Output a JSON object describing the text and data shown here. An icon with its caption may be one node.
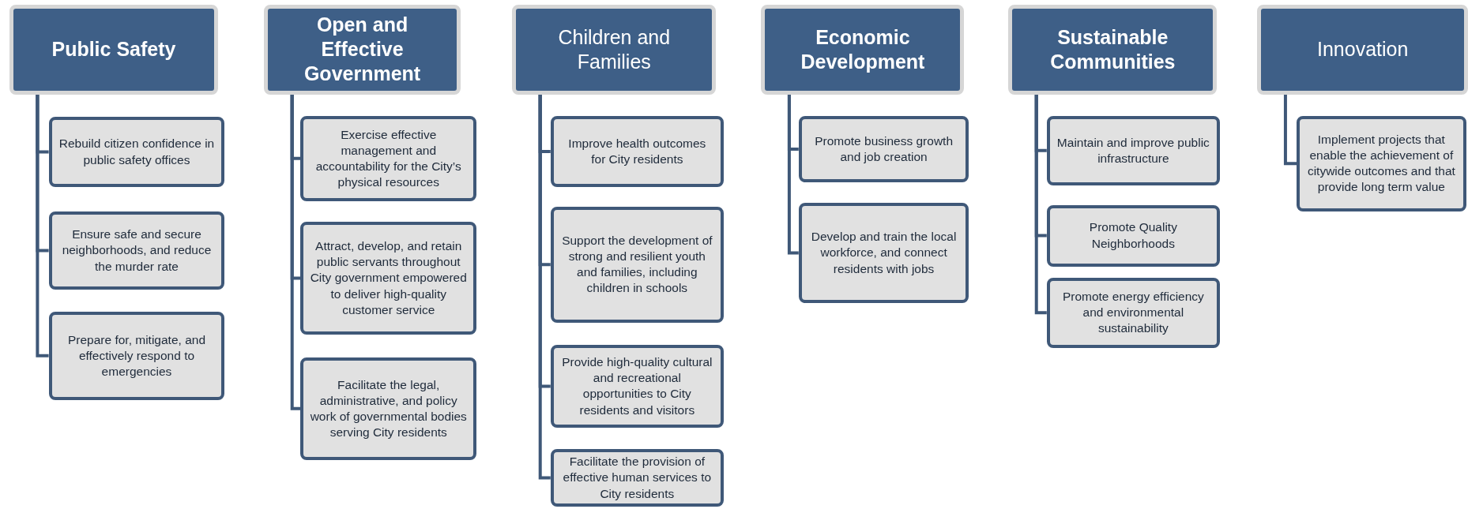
{
  "diagram": {
    "nodes": [
      {
        "text": [
          "Public Safety"
        ]
      },
      {
        "text": [
          "Rebuild citizen confidence in public safety offices"
        ]
      },
      {
        "text": [
          "Ensure safe and secure neighborhoods, and reduce the murder rate"
        ]
      },
      {
        "text": [
          "Prepare for, mitigate, and effectively respond to emergencies"
        ]
      },
      {
        "text": [
          "Open and Effective Government"
        ]
      },
      {
        "text": [
          "Exercise effective management and accountability for the City’s physical resources"
        ]
      },
      {
        "text": [
          "Attract, develop, and retain public servants throughout City government empowered to deliver high-quality customer service"
        ]
      },
      {
        "text": [
          "Facilitate the legal, administrative, and policy work of governmental bodies serving City residents"
        ]
      },
      {
        "text": [
          "Children and Families"
        ]
      },
      {
        "text": [
          "Improve health outcomes for City residents"
        ]
      },
      {
        "text": [
          "Support the development of strong and resilient youth and families, including children in schools"
        ]
      },
      {
        "text": [
          "Provide high-quality cultural and recreational opportunities to City residents and visitors"
        ]
      },
      {
        "text": [
          "Facilitate the provision of effective human services to City residents"
        ]
      },
      {
        "text": [
          "Economic Development"
        ]
      },
      {
        "text": [
          "Promote business growth and job creation"
        ]
      },
      {
        "text": [
          "Develop and train the local workforce, and connect residents with jobs"
        ]
      },
      {
        "text": [
          "Sustainable Communities"
        ]
      },
      {
        "text": [
          "Maintain and improve public infrastructure"
        ]
      },
      {
        "text": [
          "Promote Quality Neighborhoods"
        ]
      },
      {
        "text": [
          "Promote energy efficiency and environmental sustainability"
        ]
      },
      {
        "text": [
          "Innovation"
        ]
      },
      {
        "text": [
          "Implement projects that enable the achievement of citywide outcomes and that provide long term value"
        ]
      }
    ],
    "edges": [
      {
        "from": 0,
        "to": 1,
        "arrow": "none"
      },
      {
        "from": 0,
        "to": 2,
        "arrow": "none"
      },
      {
        "from": 0,
        "to": 3,
        "arrow": "none"
      },
      {
        "from": 4,
        "to": 5,
        "arrow": "none"
      },
      {
        "from": 4,
        "to": 6,
        "arrow": "none"
      },
      {
        "from": 4,
        "to": 7,
        "arrow": "none"
      },
      {
        "from": 8,
        "to": 9,
        "arrow": "none"
      },
      {
        "from": 8,
        "to": 10,
        "arrow": "none"
      },
      {
        "from": 8,
        "to": 11,
        "arrow": "none"
      },
      {
        "from": 8,
        "to": 12,
        "arrow": "none"
      },
      {
        "from": 13,
        "to": 14,
        "arrow": "none"
      },
      {
        "from": 13,
        "to": 15,
        "arrow": "none"
      },
      {
        "from": 16,
        "to": 17,
        "arrow": "none"
      },
      {
        "from": 16,
        "to": 18,
        "arrow": "none"
      },
      {
        "from": 16,
        "to": 19,
        "arrow": "none"
      },
      {
        "from": 20,
        "to": 21,
        "arrow": "none"
      }
    ]
  }
}
